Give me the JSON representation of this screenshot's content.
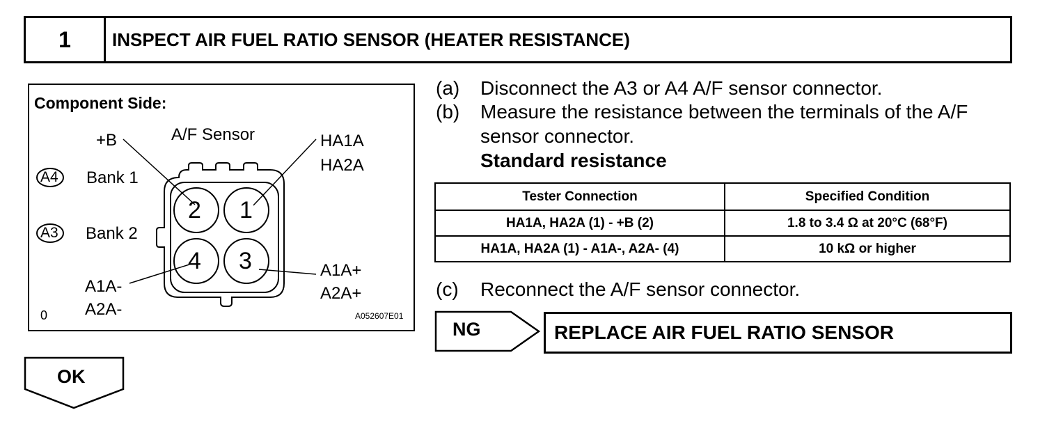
{
  "header": {
    "step_number": "1",
    "title": "INSPECT AIR FUEL RATIO SENSOR (HEATER RESISTANCE)"
  },
  "diagram": {
    "component_side_label": "Component Side:",
    "sensor_label": "A/F Sensor",
    "plus_b": "+B",
    "ha1a": "HA1A",
    "ha2a": "HA2A",
    "bank1_code": "A4",
    "bank1_label": "Bank 1",
    "bank2_code": "A3",
    "bank2_label": "Bank 2",
    "a1a_minus": "A1A-",
    "a2a_minus": "A2A-",
    "a1a_plus": "A1A+",
    "a2a_plus": "A2A+",
    "corner_mark": "0",
    "figure_id": "A052607E01",
    "terminals": [
      "2",
      "1",
      "4",
      "3"
    ]
  },
  "steps": {
    "a_label": "(a)",
    "a_text": "Disconnect the A3 or A4 A/F sensor connector.",
    "b_label": "(b)",
    "b_text_1": "Measure the resistance between the terminals of the A/F",
    "b_text_2": "sensor connector.",
    "b_text_3": "Standard resistance",
    "c_label": "(c)",
    "c_text": "Reconnect the A/F sensor connector."
  },
  "table": {
    "headers": [
      "Tester Connection",
      "Specified Condition"
    ],
    "rows": [
      [
        "HA1A, HA2A (1) - +B (2)",
        "1.8 to 3.4 Ω at 20°C (68°F)"
      ],
      [
        "HA1A, HA2A (1) - A1A-, A2A- (4)",
        "10 kΩ or higher"
      ]
    ]
  },
  "ng": {
    "label": "NG",
    "action": "REPLACE AIR FUEL RATIO SENSOR"
  },
  "ok": {
    "label": "OK"
  }
}
